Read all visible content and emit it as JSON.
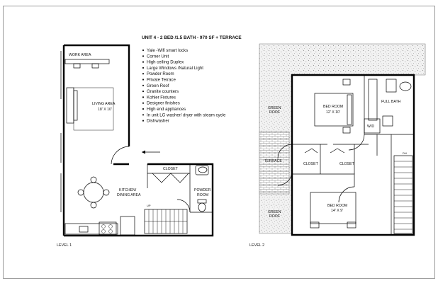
{
  "header": {
    "title": "UNIT 4 - 2 BED /1.5 BATH - 970 SF + TERRACE"
  },
  "features": [
    "Yale -Wifi smart locks",
    "Corner Unit",
    "High ceiling Duplex",
    "Large Windows /Natural Light",
    "Powder Room",
    "Private Terrace",
    "Green Roof",
    "Granite counters",
    "Kohler Fixtures",
    "Designer finishes",
    "High end appliances",
    "In unit LG washer/ dryer with steam cycle",
    "Dishwasher"
  ],
  "level1": {
    "label": "LEVEL 1",
    "rooms": {
      "work_area": "WORK AREA",
      "living_area": "LIVING AREA",
      "living_area_dim": "18' X 10'",
      "closet": "CLOSET",
      "kitchen": "KITCHEN/",
      "dining": "DINING AREA",
      "powder": "POWDER",
      "powder_room": "ROOM",
      "stair_up": "UP"
    }
  },
  "level2": {
    "label": "LEVEL 2",
    "rooms": {
      "green_roof_top": "GREEN",
      "green_roof_top2": "ROOF",
      "green_roof_bottom": "GREEN",
      "green_roof_bottom2": "ROOF",
      "terrace": "TERRACE",
      "closet_left": "CLOSET",
      "closet_right": "CLOSET",
      "bedroom1": "BED ROOM",
      "bedroom1_dim": "12' X 10'",
      "bedroom2": "BED ROOM",
      "bedroom2_dim": "14' X 9'",
      "full_bath": "FULL BATH",
      "wd": "W/D",
      "stair_dn": "DN"
    }
  },
  "colors": {
    "wall": "#000000",
    "frame": "#9a9a9a",
    "roof_fill": "#e6e6e6"
  }
}
